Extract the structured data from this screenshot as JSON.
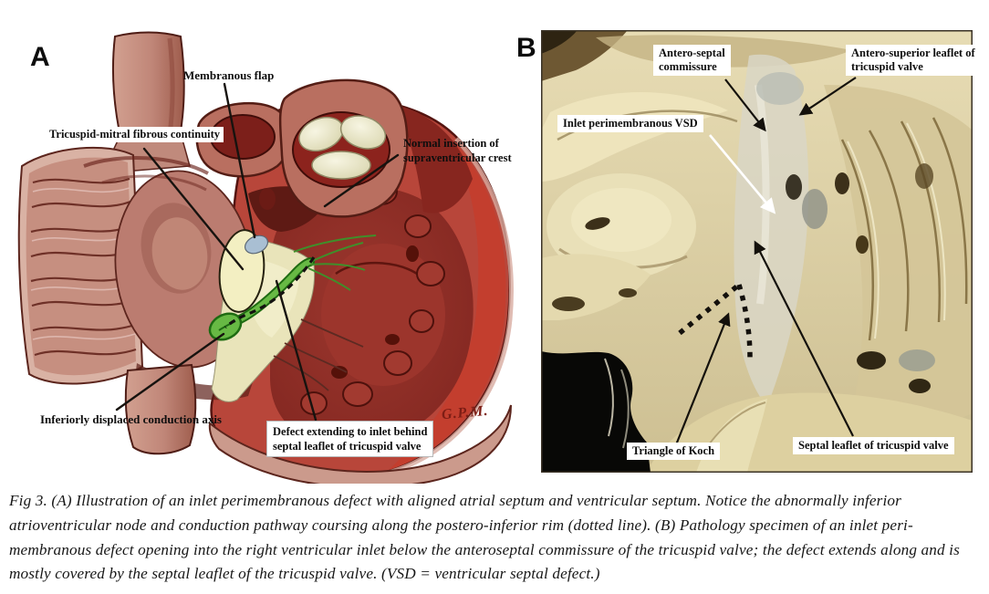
{
  "figure": {
    "panel_a": {
      "letter": "A",
      "labels": {
        "membranous_flap": "Membranous flap",
        "tricuspid_mitral": "Tricuspid-mitral fibrous continuity",
        "normal_insertion_l1": "Normal insertion of",
        "normal_insertion_l2": "supraventricular crest",
        "inferior_conduction": "Inferiorly displaced conduction axis",
        "defect_l1": "Defect extending to inlet behind",
        "defect_l2": "septal leaflet of tricuspid valve"
      },
      "signature": "G.P.M.",
      "colors": {
        "myocardium_red": "#b8463a",
        "ventricle_interior": "#8e2d26",
        "vessel_pink": "#c08678",
        "leaflet_cream": "#e9e4ba",
        "membranous_yellow": "#f3efc2",
        "conduction_green": "#67b944",
        "flap_blue": "#a9bfd3"
      }
    },
    "panel_b": {
      "letter": "B",
      "labels": {
        "antero_septal_l1": "Antero-septal",
        "antero_septal_l2": "commissure",
        "antero_superior_l1": "Antero-superior leaflet of",
        "antero_superior_l2": "tricuspid valve",
        "inlet_vsd": "Inlet perimembranous VSD",
        "triangle_koch": "Triangle of Koch",
        "septal_leaflet": "Septal leaflet of tricuspid valve"
      },
      "colors": {
        "specimen_tan": "#dcd0a4",
        "specimen_shadow": "#8a7648",
        "background_black": "#080806",
        "label_bg": "#ffffff"
      }
    },
    "caption": {
      "lines": [
        "Fig 3.  (A) Illustration of an inlet perimembranous defect with aligned atrial septum and ventricular septum. Notice the abnormally inferior",
        "atrioventricular node and conduction pathway coursing along the postero-inferior rim (dotted line). (B) Pathology specimen of an inlet peri-",
        "membranous defect opening into the right ventricular inlet below the anteroseptal commissure of the tricuspid valve; the defect extends along and is",
        "mostly covered by the septal leaflet of the tricuspid valve. (VSD = ventricular septal defect.)"
      ]
    }
  }
}
